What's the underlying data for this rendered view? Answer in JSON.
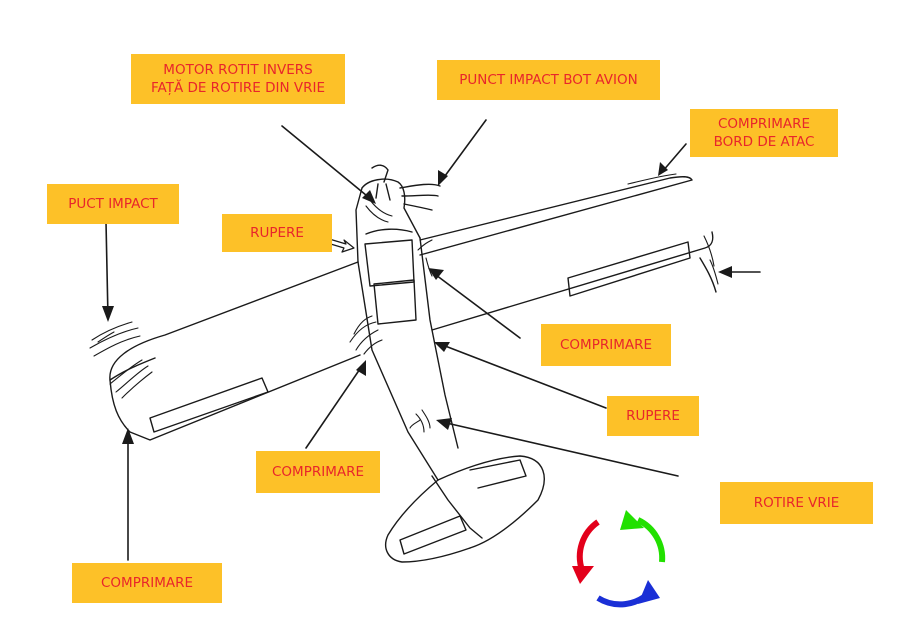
{
  "labels": {
    "motor": {
      "line1": "MOTOR ROTIT INVERS",
      "line2": "FAȚĂ DE ROTIRE DIN VRIE"
    },
    "punct_impact_bot": "PUNCT IMPACT BOT AVION",
    "comprimare_bord": {
      "line1": "COMPRIMARE",
      "line2": "BORD DE ATAC"
    },
    "puct_impact": "PUCT IMPACT",
    "rupere_top": "RUPERE",
    "comprimare_right": "COMPRIMARE",
    "rupere_right": "RUPERE",
    "rotire_vrie": "ROTIRE VRIE",
    "comprimare_mid": "COMPRIMARE",
    "comprimare_bottom": "COMPRIMARE"
  },
  "colors": {
    "label_bg": "#fdc128",
    "label_text": "#e8262b",
    "line": "#1a1a1a",
    "rotation_red": "#e3001b",
    "rotation_green": "#22e000",
    "rotation_blue": "#1a2fd6"
  }
}
